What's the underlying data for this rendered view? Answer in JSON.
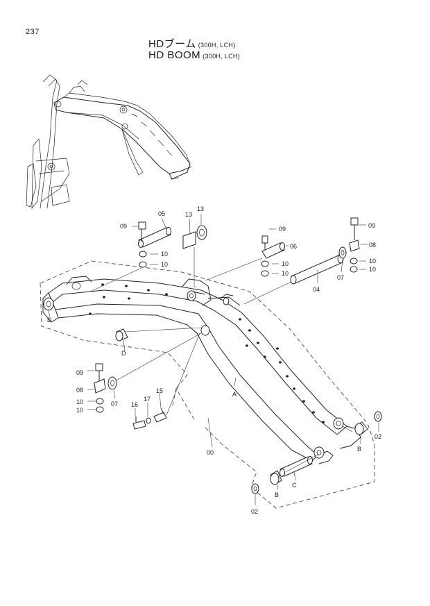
{
  "page_number": "237",
  "title": {
    "jp_main": "HDブーム",
    "jp_sub": "(300H, LCH)",
    "en_main": "HD  BOOM",
    "en_sub": "(300H, LCH)"
  },
  "callouts": {
    "c05": "05",
    "c09a": "09",
    "c10a": "10",
    "c10b": "10",
    "c13a": "13",
    "c13b": "13",
    "c09b": "09",
    "c06": "06",
    "c10c": "10",
    "c10d": "10",
    "c04": "04",
    "c09c": "09",
    "c08a": "08",
    "c07a": "07",
    "c10e": "10",
    "c10f": "10",
    "cD1": "D",
    "cD2": "D",
    "cA": "A",
    "c09d": "09",
    "c08b": "08",
    "c07b": "07",
    "c10g": "10",
    "c10h": "10",
    "c16": "16",
    "c17": "17",
    "c15": "15",
    "c00": "00",
    "cB1": "B",
    "c02a": "02",
    "cC": "C",
    "cB2": "B",
    "c02b": "02"
  }
}
